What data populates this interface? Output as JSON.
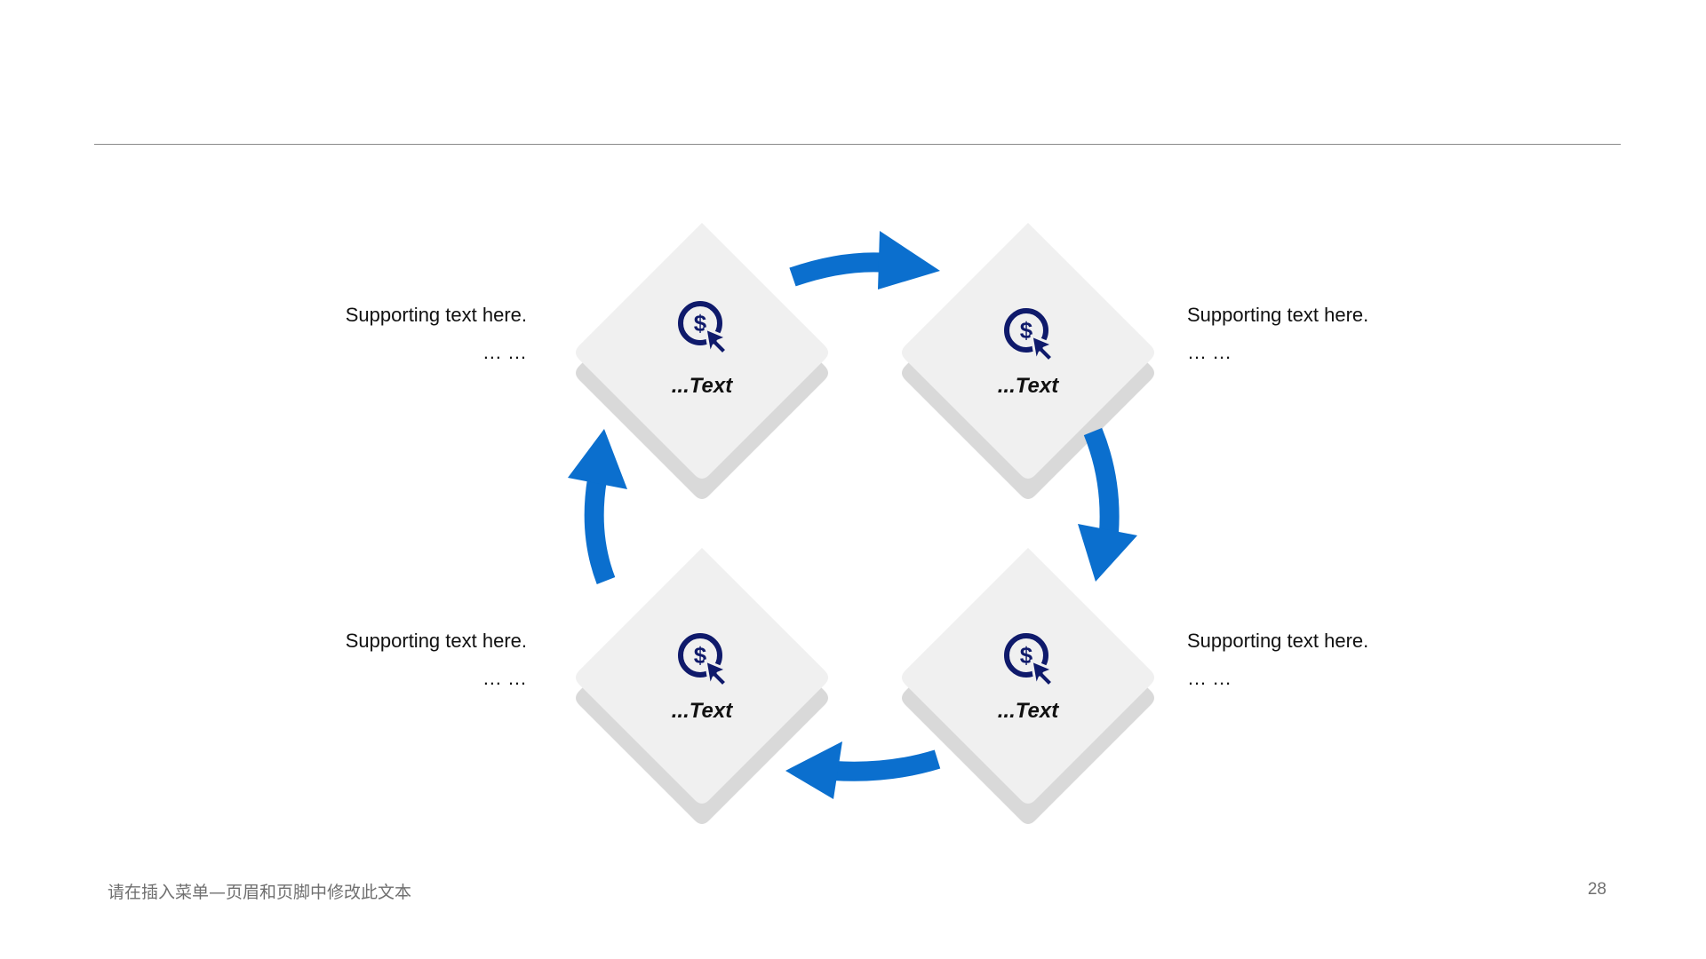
{
  "nodes": [
    {
      "id": "top-left",
      "label": "...Text",
      "icon": "dollar-cursor-icon"
    },
    {
      "id": "top-right",
      "label": "...Text",
      "icon": "dollar-cursor-icon"
    },
    {
      "id": "bottom-right",
      "label": "...Text",
      "icon": "dollar-cursor-icon"
    },
    {
      "id": "bottom-left",
      "label": "...Text",
      "icon": "dollar-cursor-icon"
    }
  ],
  "supporting": {
    "top_left": {
      "line1": "Supporting  text here.",
      "line2": "… …"
    },
    "top_right": {
      "line1": "Supporting  text here.",
      "line2": "… …"
    },
    "bottom_left": {
      "line1": "Supporting  text here.",
      "line2": "… …"
    },
    "bottom_right": {
      "line1": "Supporting  text here.",
      "line2": "… …"
    }
  },
  "footer": {
    "text": "请在插入菜单—页眉和页脚中修改此文本",
    "page_number": "28"
  },
  "colors": {
    "arrow": "#0b6fce",
    "icon": "#0f1a6b",
    "tile": "#f0f0f0",
    "tile_shadow": "#d9d9d9",
    "divider": "#8a8a8a",
    "footer_text": "#6f6f6f"
  }
}
